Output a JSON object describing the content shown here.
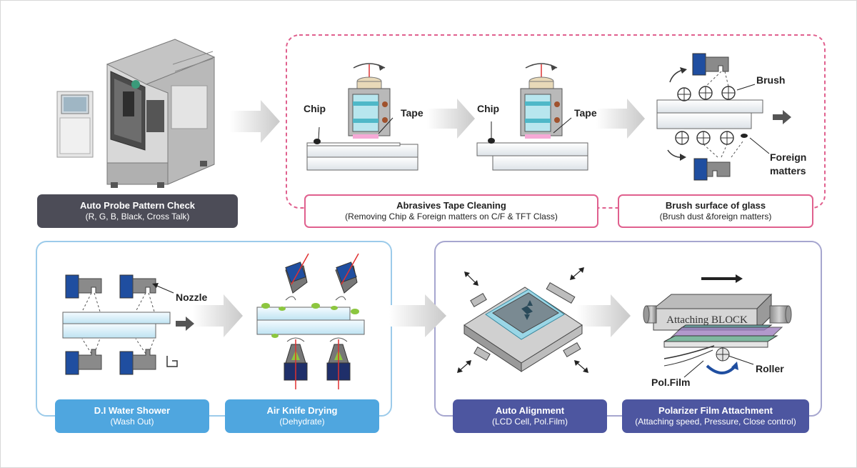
{
  "steps": {
    "probe": {
      "title": "Auto Probe Pattern Check",
      "sub": "(R, G, B, Black, Cross Talk)"
    },
    "tape": {
      "title": "Abrasives Tape Cleaning",
      "sub": "(Removing Chip & Foreign matters on C/F & TFT Class)"
    },
    "brush": {
      "title": "Brush surface of glass",
      "sub": "(Brush dust &foreign matters)"
    },
    "shower": {
      "title": "D.I Water Shower",
      "sub": "(Wash Out)"
    },
    "airknife": {
      "title": "Air Knife Drying",
      "sub": "(Dehydrate)"
    },
    "align": {
      "title": "Auto Alignment",
      "sub": "(LCD Cell, Pol.Film)"
    },
    "polarizer": {
      "title": "Polarizer Film Attachment",
      "sub": "(Attaching speed, Pressure, Close control)"
    }
  },
  "annotations": {
    "chip": "Chip",
    "tape": "Tape",
    "brush": "Brush",
    "foreign1": "Foreign",
    "foreign2": "matters",
    "nozzle": "Nozzle",
    "block": "Attaching BLOCK",
    "roller": "Roller",
    "polfilm": "Pol.Film"
  },
  "colors": {
    "dark_label": "#4c4c57",
    "pink_border": "#e0608e",
    "blue_label": "#4fa6df",
    "navy_label": "#4d56a0",
    "blue_frame": "#9ccbea",
    "purple_frame": "#a6a6cf"
  }
}
